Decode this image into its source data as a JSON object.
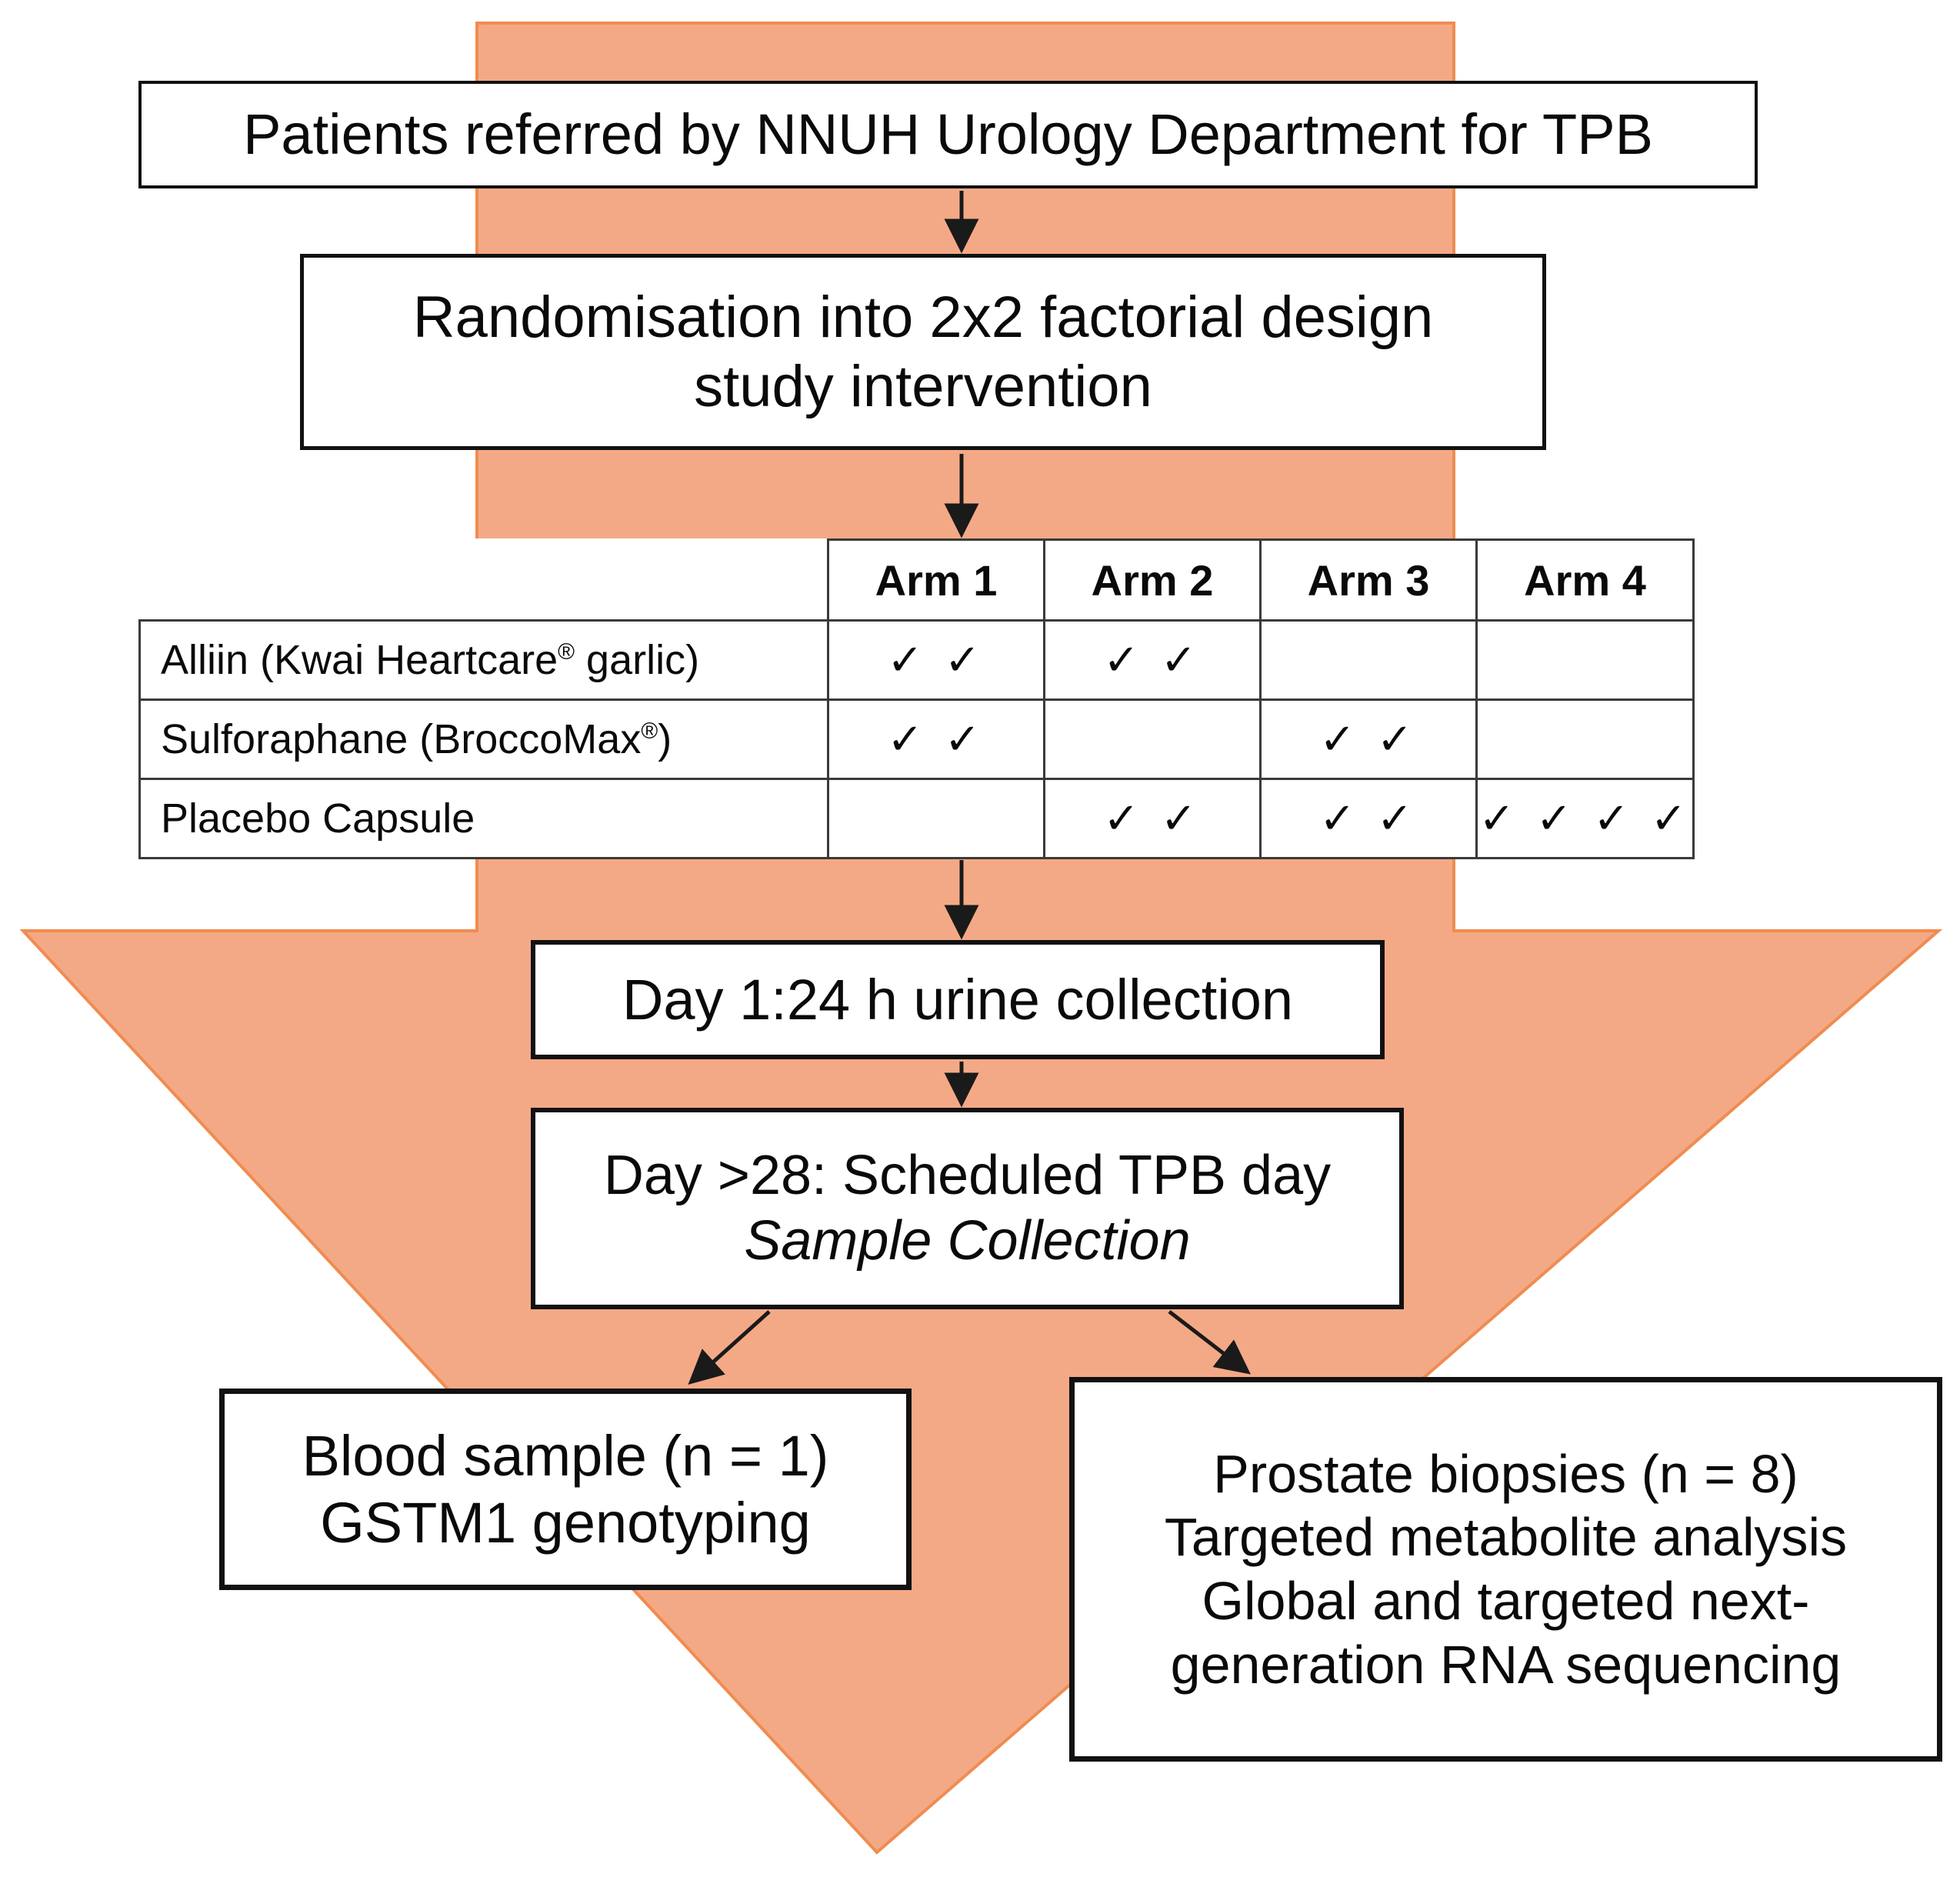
{
  "diagram": {
    "title": "Clinical trial flow diagram",
    "accent_color": "#f4a986",
    "arrow_outline_color": "#f08c50",
    "box_border_color": "#111111",
    "background_color": "#ffffff"
  },
  "nodes": {
    "referral": {
      "text": "Patients referred by NNUH Urology Department for TPB"
    },
    "randomisation": {
      "line1": "Randomisation into 2x2 factorial design",
      "line2": "study intervention"
    },
    "day1": {
      "text": "Day 1:24 h urine collection"
    },
    "day28": {
      "line1": "Day >28: Scheduled TPB day",
      "line2": "Sample Collection"
    },
    "blood": {
      "line1": "Blood sample (n = 1)",
      "line2": "GSTM1 genotyping"
    },
    "biopsy": {
      "line1": "Prostate biopsies (n = 8)",
      "line2": "Targeted metabolite analysis",
      "line3": "Global and targeted next-",
      "line4": "generation RNA sequencing"
    }
  },
  "arm_table": {
    "columns": [
      "Arm 1",
      "Arm 2",
      "Arm 3",
      "Arm 4"
    ],
    "rows": [
      {
        "label_prefix": "Alliin (Kwai Heartcare",
        "label_reg": "®",
        "label_suffix": " garlic)",
        "cells": [
          "✓ ✓",
          "✓ ✓",
          "",
          ""
        ]
      },
      {
        "label_prefix": "Sulforaphane (BroccoMax",
        "label_reg": "®",
        "label_suffix": ")",
        "cells": [
          "✓ ✓",
          "",
          "✓ ✓",
          ""
        ]
      },
      {
        "label_prefix": "Placebo Capsule",
        "label_reg": "",
        "label_suffix": "",
        "cells": [
          "",
          "✓ ✓",
          "✓ ✓",
          "✓ ✓ ✓ ✓"
        ]
      }
    ]
  }
}
